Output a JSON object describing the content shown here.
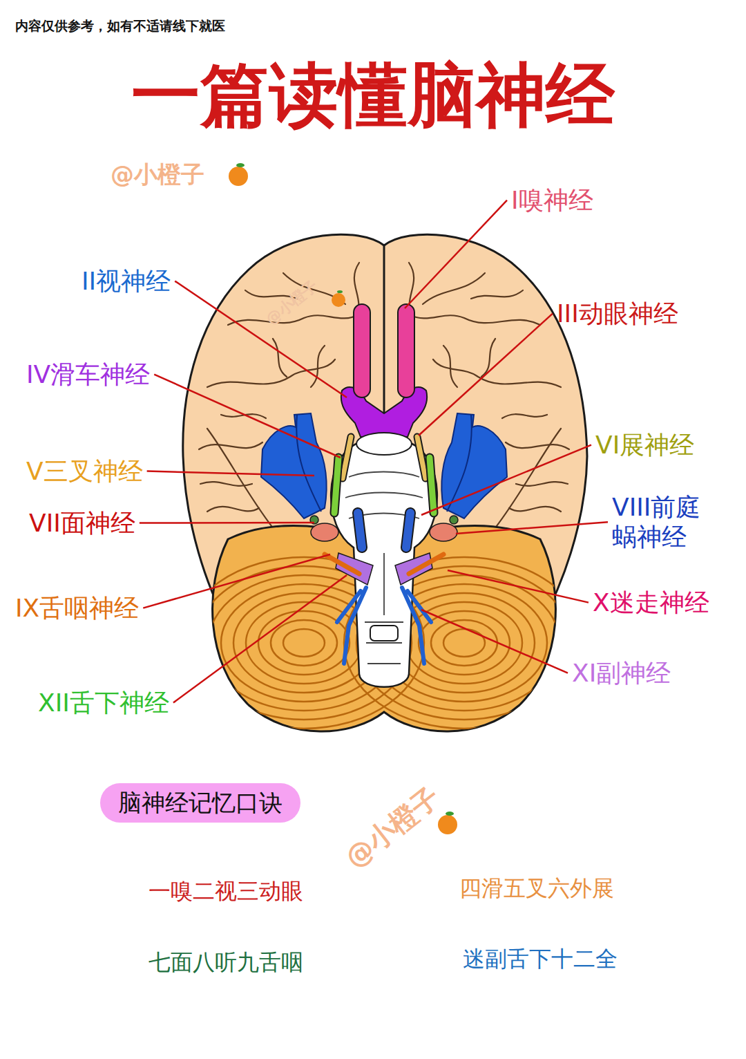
{
  "diagram": {
    "title": "一篇读懂脑神经",
    "nodes": [
      {
        "text": [
          "脑神经记忆口诀"
        ]
      }
    ],
    "labels": [
      "内容仅供参考，如有不适请线下就医",
      "@小橙子",
      "I嗅神经",
      "II视神经",
      "III动眼神经",
      "IV滑车神经",
      "V三叉神经",
      "VI展神经",
      "VII面神经",
      "VIII前庭 蜗神经",
      "IX舌咽神经",
      "X迷走神经",
      "XI副神经",
      "XII舌下神经",
      "@小橙子",
      "一嗅二视三动眼",
      "@小橙子",
      "四滑五叉六外展",
      "七面八听九舌咽",
      "迷副舌下十二全"
    ]
  }
}
